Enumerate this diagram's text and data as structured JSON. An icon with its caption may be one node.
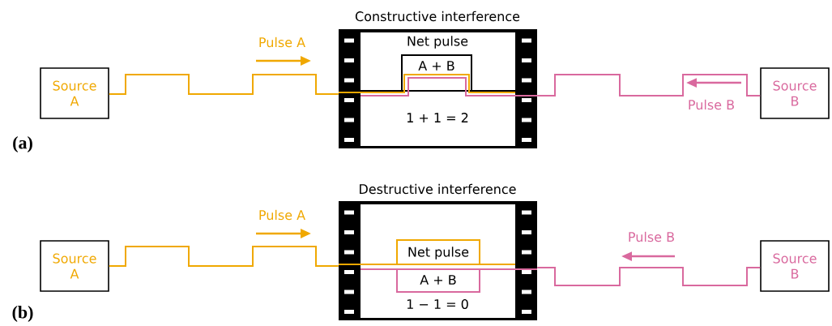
{
  "diagram": {
    "nodes": [
      {
        "text": [
          "Source A"
        ]
      },
      {
        "text": [
          "Constructive interference",
          "Net pulse",
          "1 + 1 = 2"
        ]
      },
      {
        "text": [
          "A + B"
        ],
        "in": 1
      },
      {
        "text": [
          "Source B"
        ]
      },
      {
        "text": [
          "Source A"
        ]
      },
      {
        "text": [
          "Destructive interference",
          "1 − 1 = 0"
        ]
      },
      {
        "text": [
          "Net pulse"
        ],
        "in": 5
      },
      {
        "text": [
          "A + B"
        ],
        "in": 5
      },
      {
        "text": [
          "Source B"
        ]
      }
    ],
    "edges": [
      {
        "from": 0,
        "to": 1,
        "arrow": "none",
        "color": "#f0a800"
      },
      {
        "from": 3,
        "to": 1,
        "arrow": "none",
        "color": "#d9699e"
      },
      {
        "from": 4,
        "to": 5,
        "arrow": "none",
        "color": "#f0a800"
      },
      {
        "from": 8,
        "to": 5,
        "arrow": "none",
        "color": "#d9699e"
      }
    ],
    "labels": [
      "Pulse A",
      "Pulse B",
      "(a)",
      "Pulse A",
      "Pulse B",
      "(b)"
    ]
  }
}
